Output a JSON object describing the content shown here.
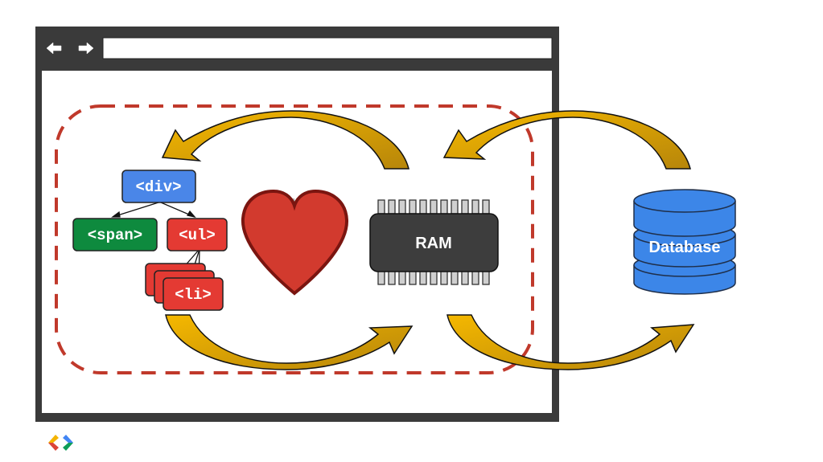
{
  "dom": {
    "root": "<div>",
    "children": [
      "<span>",
      "<ul>"
    ],
    "list_items": [
      "<li>",
      "<li>",
      "<li>"
    ]
  },
  "ram_label": "RAM",
  "database_label": "Database",
  "icons": {
    "back": "back-arrow-icon",
    "forward": "forward-arrow-icon",
    "heart": "heart-icon",
    "ram_chip": "ram-chip-icon",
    "database": "database-icon",
    "logo": "chrome-devtools-logo"
  },
  "colors": {
    "browser_frame": "#3a3a3a",
    "dashed_region": "#c0392b",
    "div_node": "#4a86e8",
    "span_node": "#0e8a3e",
    "ul_li_node": "#e43a33",
    "heart": "#d23a2e",
    "ram_chip": "#3d3d3d",
    "database": "#3c86e8",
    "arrow_fill": "#e2a800"
  }
}
